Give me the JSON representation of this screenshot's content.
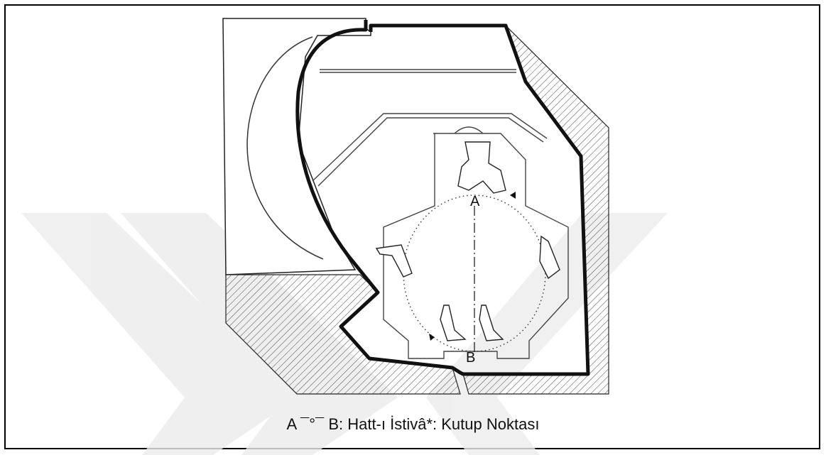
{
  "diagram": {
    "label_a": "A",
    "label_b": "B",
    "colors": {
      "ink": "#111111",
      "hatch": "#444444",
      "watermark": "#e9e9e9"
    }
  },
  "caption": {
    "left": "A ¯°¯ B: Hatt-ı İstivâ",
    "right": "*: Kutup Noktası"
  }
}
